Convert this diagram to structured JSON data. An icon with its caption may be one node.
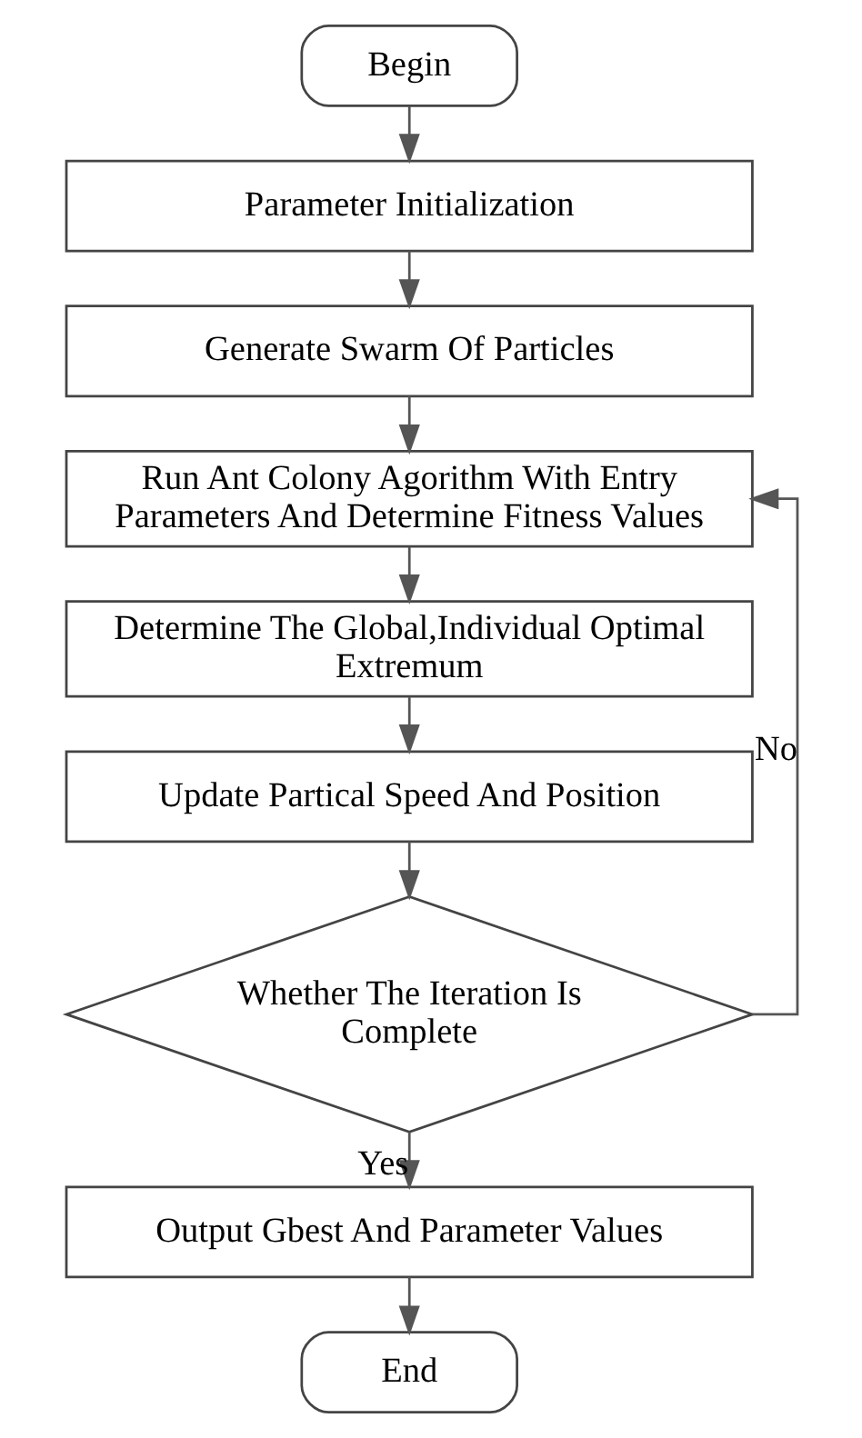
{
  "diagram": {
    "nodes": [
      {
        "text": [
          "Begin"
        ]
      },
      {
        "text": [
          "Parameter Initialization"
        ]
      },
      {
        "text": [
          "Generate Swarm Of Particles"
        ]
      },
      {
        "text": [
          "Run Ant Colony Agorithm With Entry Parameters And Determine Fitness Values"
        ]
      },
      {
        "text": [
          "Determine The Global,Individual Optimal Extremum"
        ]
      },
      {
        "text": [
          "Update Partical Speed And Position"
        ]
      },
      {
        "text": [
          "Whether The Iteration Is Complete"
        ]
      },
      {
        "text": [
          "Output Gbest And Parameter Values"
        ]
      },
      {
        "text": [
          "End"
        ]
      }
    ],
    "edges": [
      {
        "from": 0,
        "to": 1,
        "arrow": "to"
      },
      {
        "from": 1,
        "to": 2,
        "arrow": "to"
      },
      {
        "from": 2,
        "to": 3,
        "arrow": "to"
      },
      {
        "from": 3,
        "to": 4,
        "arrow": "to"
      },
      {
        "from": 4,
        "to": 5,
        "arrow": "to"
      },
      {
        "from": 5,
        "to": 6,
        "arrow": "to"
      },
      {
        "from": 6,
        "to": 7,
        "label": "Yes",
        "arrow": "to"
      },
      {
        "from": 6,
        "to": 3,
        "label": "No",
        "arrow": "to"
      },
      {
        "from": 7,
        "to": 8,
        "arrow": "to"
      }
    ]
  }
}
